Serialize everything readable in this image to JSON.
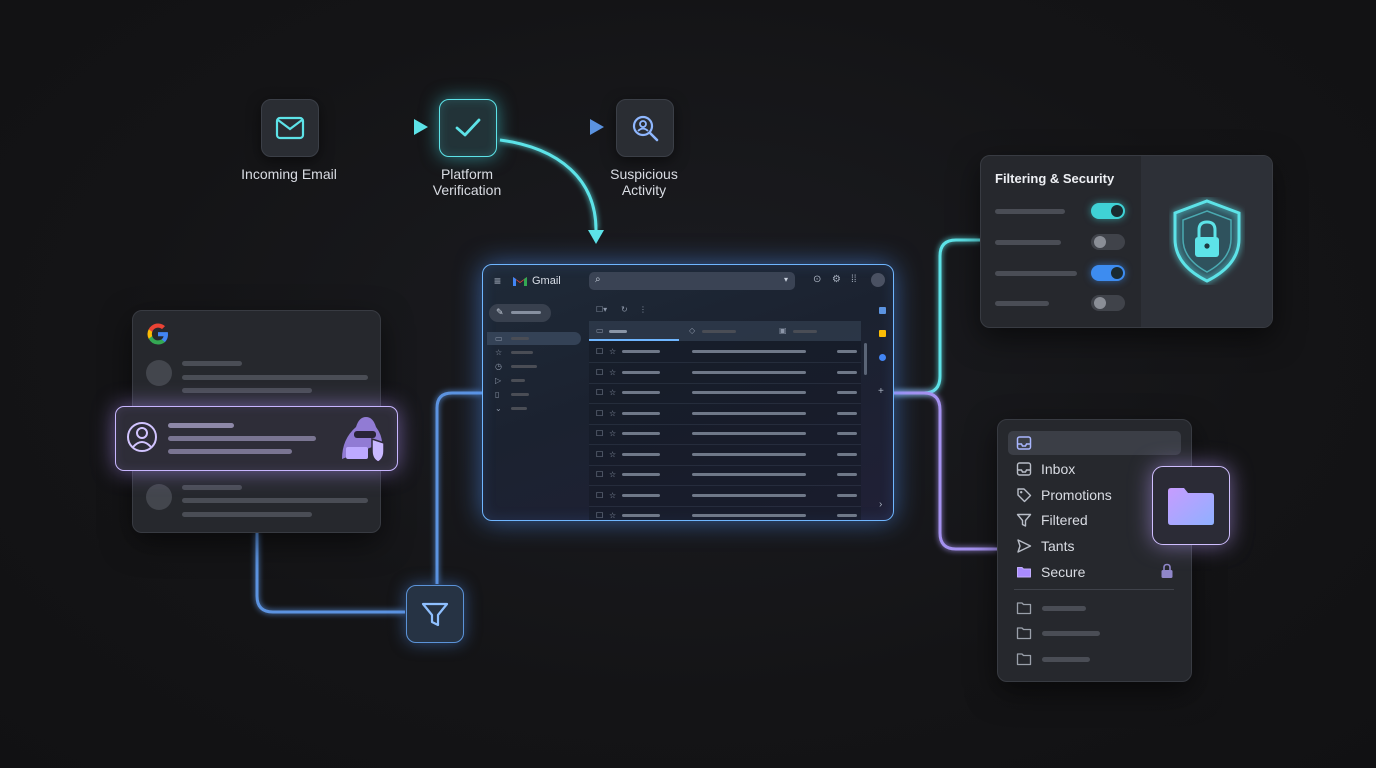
{
  "flow": {
    "nodes": [
      {
        "label": "Incoming Email",
        "icon": "mail-icon"
      },
      {
        "label": "Platform\nVerification",
        "icon": "check-icon"
      },
      {
        "label": "Suspicious\nActivity",
        "icon": "search-person-icon"
      }
    ]
  },
  "google_card": {
    "logo": "G",
    "logo_colors": [
      "#4285F4",
      "#EA4335",
      "#FBBC05",
      "#34A853"
    ]
  },
  "gmail": {
    "app_name": "Gmail"
  },
  "filtering": {
    "title": "Filtering & Security",
    "toggles": [
      {
        "state": "on",
        "color": "#3fd2d6"
      },
      {
        "state": "off"
      },
      {
        "state": "on",
        "color": "#3d8cf0"
      },
      {
        "state": "off"
      }
    ]
  },
  "folders": {
    "items": [
      {
        "label": "Inbox",
        "icon": "inbox-icon"
      },
      {
        "label": "Promotions",
        "icon": "tag-icon"
      },
      {
        "label": "Filtered",
        "icon": "filter-icon"
      },
      {
        "label": "Tants",
        "icon": "send-icon"
      },
      {
        "label": "Secure",
        "icon": "folder-icon",
        "locked": true
      }
    ]
  },
  "colors": {
    "teal": "#5de3e8",
    "blue": "#5b93e0",
    "violet": "#b9a6ff",
    "background": "#141416"
  }
}
